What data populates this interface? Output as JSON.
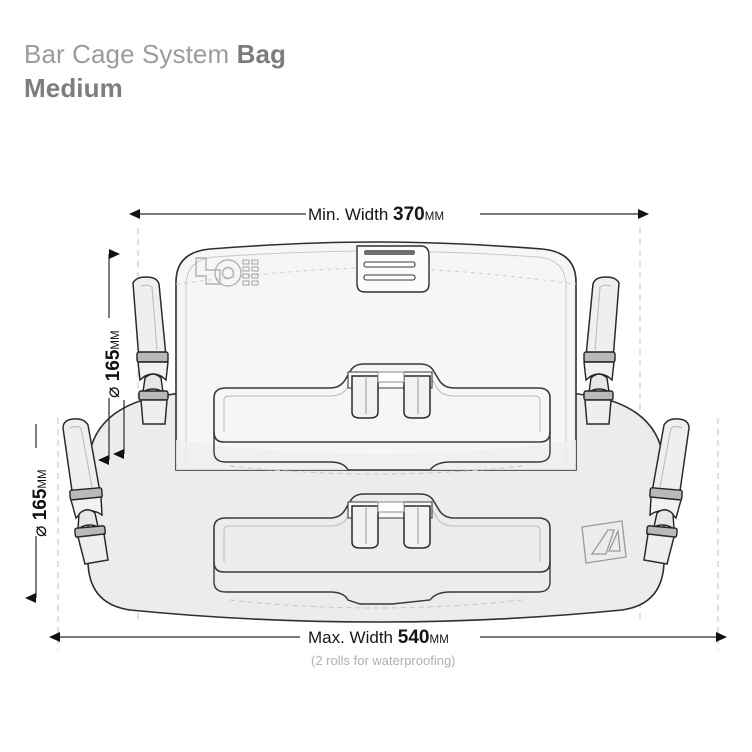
{
  "header": {
    "title_prefix": "Bar Cage System ",
    "title_strong": "Bag",
    "title_line2": "Medium"
  },
  "diagram": {
    "alt": "Technical line drawing of a handlebar bag seen from the front with four strap buckles",
    "brand_patch": "brand-logo-patch",
    "top_logo": "rotated-brand-logo",
    "handle_tab": "top-handle-tab"
  },
  "dimensions": {
    "min_width": {
      "label": "Min. Width ",
      "value": "370",
      "unit": "MM",
      "id": "min-width"
    },
    "max_width": {
      "label": "Max. Width ",
      "value": "540",
      "unit": "MM",
      "note": "(2 rolls for waterproofing)",
      "id": "max-width"
    },
    "diameter_top": {
      "symbol": "⌀",
      "value": "165",
      "unit": "MM",
      "id": "diameter-top"
    },
    "diameter_bottom": {
      "symbol": "⌀",
      "value": "165",
      "unit": "MM",
      "id": "diameter-bottom"
    }
  },
  "colors": {
    "ink": "#161616",
    "line": "#3a3a3a",
    "body_fill": "#ececec",
    "body_fill_light": "#f4f4f4",
    "guide": "#bfbfbf",
    "title_gray": "#9b9b9b",
    "title_dark": "#7d7d7d",
    "note_gray": "#b0b0b0"
  }
}
